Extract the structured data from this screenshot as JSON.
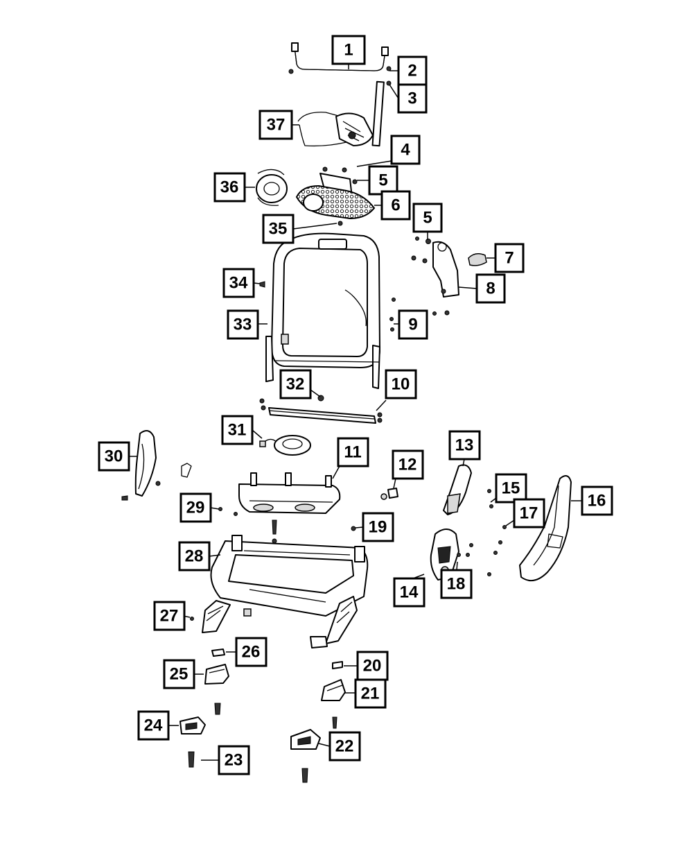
{
  "diagram": {
    "callouts": [
      {
        "label": "1"
      },
      {
        "label": "2"
      },
      {
        "label": "3"
      },
      {
        "label": "37"
      },
      {
        "label": "4"
      },
      {
        "label": "5"
      },
      {
        "label": "36"
      },
      {
        "label": "6"
      },
      {
        "label": "35"
      },
      {
        "label": "5"
      },
      {
        "label": "7"
      },
      {
        "label": "8"
      },
      {
        "label": "34"
      },
      {
        "label": "9"
      },
      {
        "label": "33"
      },
      {
        "label": "32"
      },
      {
        "label": "10"
      },
      {
        "label": "31"
      },
      {
        "label": "13"
      },
      {
        "label": "30"
      },
      {
        "label": "11"
      },
      {
        "label": "12"
      },
      {
        "label": "15"
      },
      {
        "label": "16"
      },
      {
        "label": "29"
      },
      {
        "label": "17"
      },
      {
        "label": "19"
      },
      {
        "label": "28"
      },
      {
        "label": "18"
      },
      {
        "label": "14"
      },
      {
        "label": "27"
      },
      {
        "label": "26"
      },
      {
        "label": "20"
      },
      {
        "label": "25"
      },
      {
        "label": "21"
      },
      {
        "label": "24"
      },
      {
        "label": "22"
      },
      {
        "label": "23"
      }
    ]
  }
}
